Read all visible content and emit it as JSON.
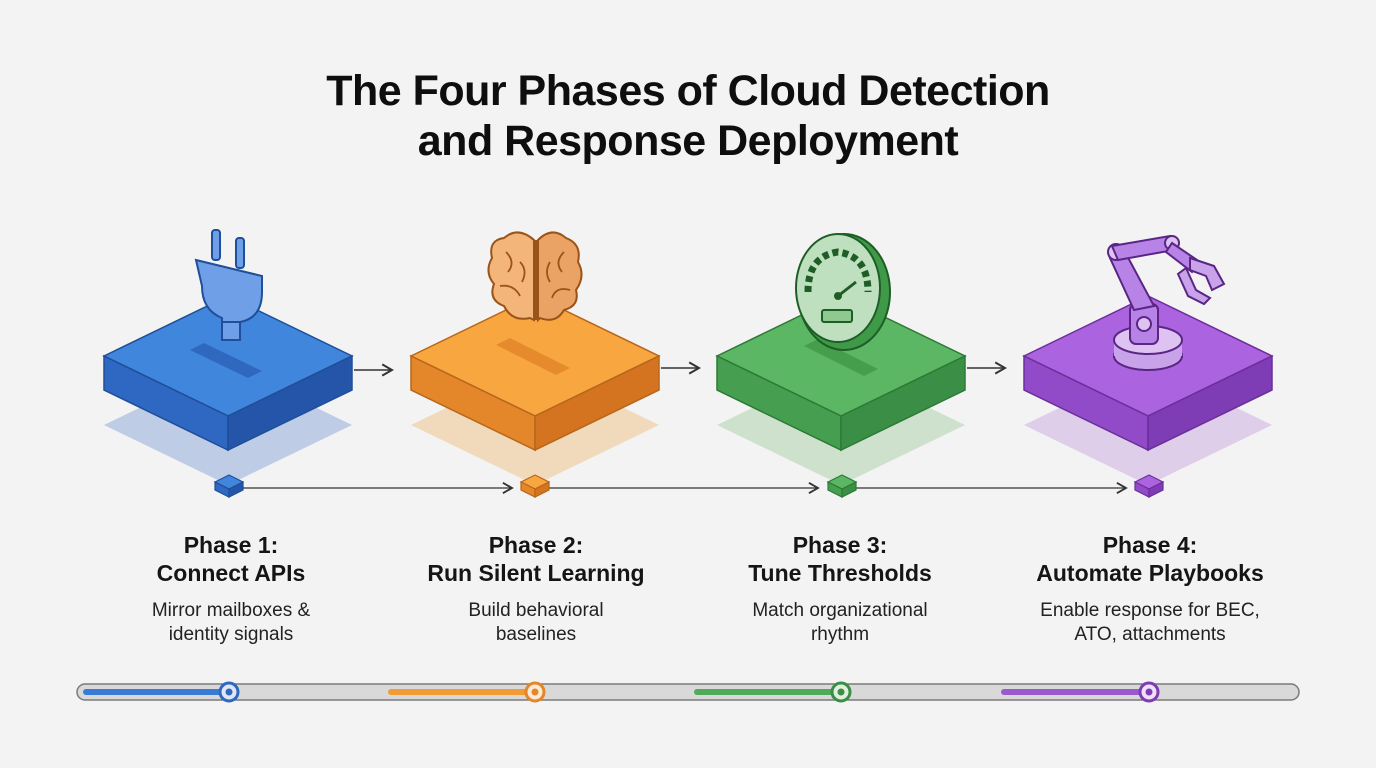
{
  "title": {
    "line1": "The Four Phases of Cloud Detection",
    "line2": "and Response Deployment"
  },
  "phases": [
    {
      "label": "Phase 1:",
      "name": "Connect APIs",
      "desc1": "Mirror mailboxes &",
      "desc2": "identity signals",
      "color": "#3a7bd5",
      "icon": "plug-icon"
    },
    {
      "label": "Phase 2:",
      "name": "Run Silent Learning",
      "desc1": "Build behavioral",
      "desc2": "baselines",
      "color": "#f29a33",
      "icon": "brain-icon"
    },
    {
      "label": "Phase 3:",
      "name": "Tune Thresholds",
      "desc1": "Match organizational",
      "desc2": "rhythm",
      "color": "#4faa5a",
      "icon": "gauge-icon"
    },
    {
      "label": "Phase 4:",
      "name": "Automate Playbooks",
      "desc1": "Enable response for BEC,",
      "desc2": "ATO, attachments",
      "color": "#9b59d0",
      "icon": "robot-arm-icon"
    }
  ]
}
